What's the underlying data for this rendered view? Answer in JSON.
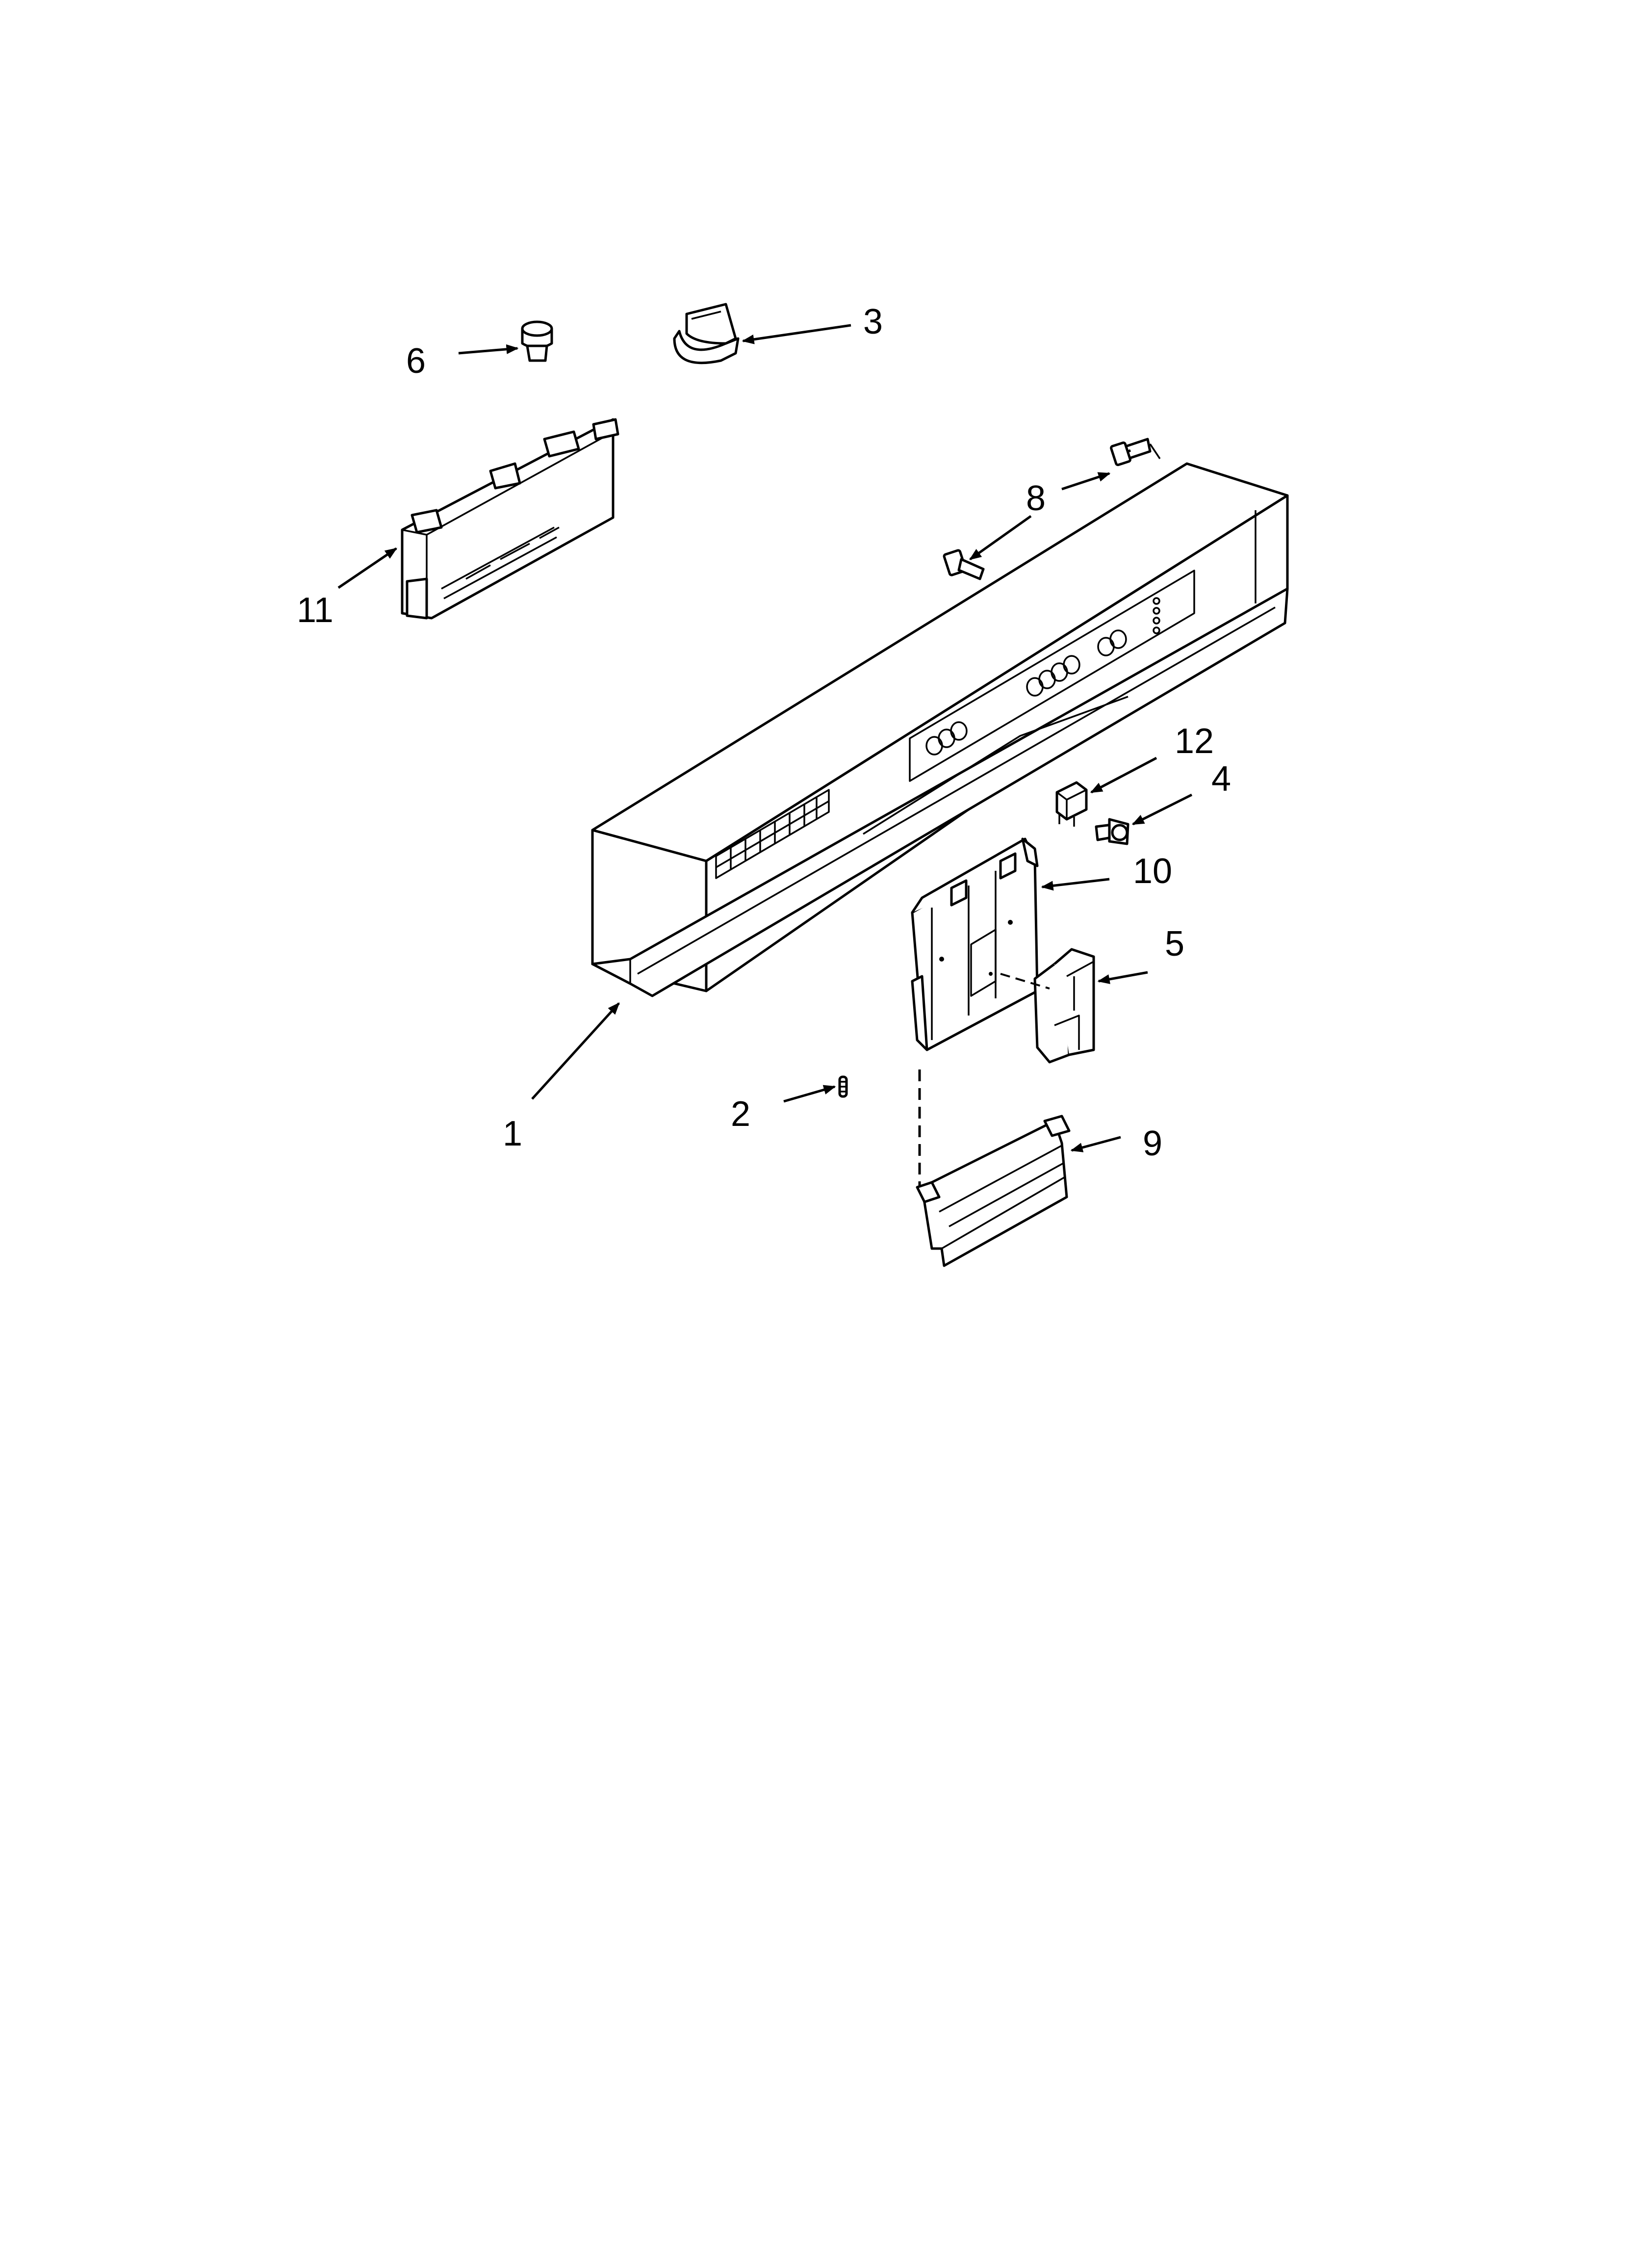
{
  "callouts": [
    {
      "id": "1",
      "text": "1"
    },
    {
      "id": "2",
      "text": "2"
    },
    {
      "id": "3",
      "text": "3"
    },
    {
      "id": "4",
      "text": "4"
    },
    {
      "id": "5",
      "text": "5"
    },
    {
      "id": "6",
      "text": "6"
    },
    {
      "id": "8",
      "text": "8"
    },
    {
      "id": "9",
      "text": "9"
    },
    {
      "id": "10",
      "text": "10"
    },
    {
      "id": "11",
      "text": "11"
    },
    {
      "id": "12",
      "text": "12"
    }
  ],
  "colors": {
    "line": "#000000",
    "background": "#ffffff"
  }
}
